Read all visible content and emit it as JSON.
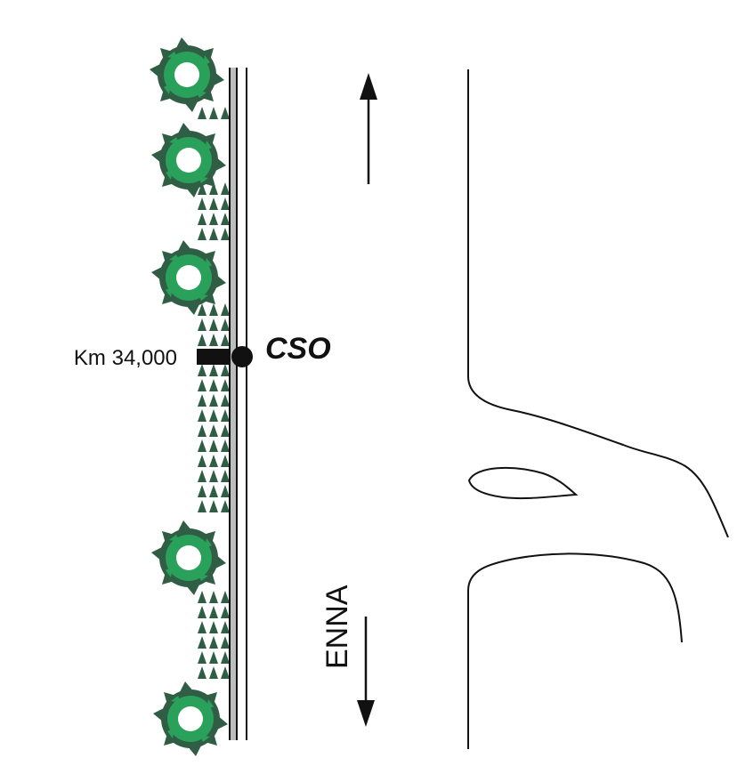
{
  "labels": {
    "km_marker": "Km 34,000",
    "station": "CSO",
    "direction": "ENNA"
  },
  "colors": {
    "vegetation_light": "#2aa15a",
    "vegetation_dark": "#2f5e44",
    "road_shoulder": "#bdbdbd",
    "line": "#111111"
  },
  "icons": {
    "marker": "square-marker-icon",
    "station": "station-dot-icon",
    "up_arrow": "arrow-up-icon",
    "down_arrow": "arrow-down-icon",
    "tree": "tree-icon",
    "shrub": "shrub-icon"
  }
}
